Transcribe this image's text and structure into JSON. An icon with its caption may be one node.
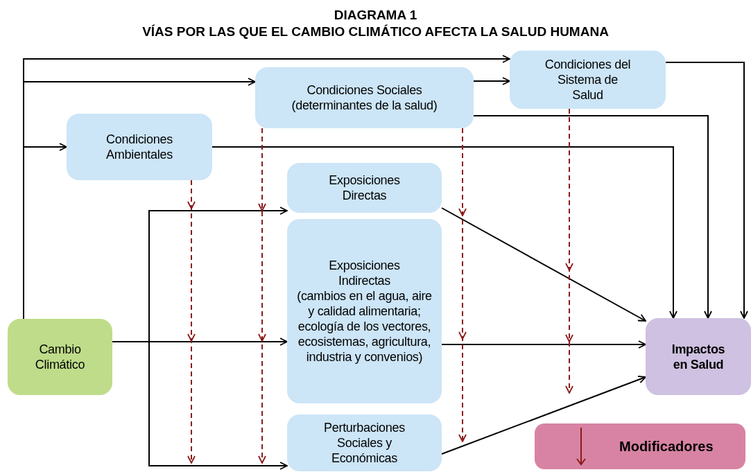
{
  "diagram": {
    "title": "DIAGRAMA 1",
    "nodes": [
      {
        "text": [
          "Condiciones Sociales (determinantes de la salud)"
        ]
      },
      {
        "text": [
          "Condiciones del Sistema de Salud"
        ]
      },
      {
        "text": [
          "Condiciones Ambientales"
        ]
      },
      {
        "text": [
          "Exposiciones Directas"
        ]
      },
      {
        "text": [
          "Exposiciones Indirectas",
          "(cambios en el agua, aire y calidad alimentaria; ecología de los vectores, ecosistemas, agricultura, industria y convenios)"
        ]
      },
      {
        "text": [
          "Cambio Climático"
        ]
      },
      {
        "text": [
          "Impactos en Salud"
        ]
      },
      {
        "text": [
          "Perturbaciones Sociales y Económicas"
        ]
      }
    ],
    "edges": [
      {
        "from": 5,
        "to": 1,
        "arrow": "to"
      },
      {
        "from": 5,
        "to": 0,
        "arrow": "to"
      },
      {
        "from": 5,
        "to": 2,
        "arrow": "to"
      },
      {
        "from": 5,
        "to": 3,
        "arrow": "to"
      },
      {
        "from": 5,
        "to": 4,
        "arrow": "to"
      },
      {
        "from": 5,
        "to": 7,
        "arrow": "to"
      },
      {
        "from": 0,
        "to": 1,
        "arrow": "to"
      },
      {
        "from": 1,
        "to": 6,
        "arrow": "to"
      },
      {
        "from": 0,
        "to": 6,
        "arrow": "to"
      },
      {
        "from": 2,
        "to": 6,
        "arrow": "to"
      },
      {
        "from": 3,
        "to": 6,
        "arrow": "to"
      },
      {
        "from": 4,
        "to": 6,
        "arrow": "to"
      },
      {
        "from": 7,
        "to": 6,
        "arrow": "to"
      },
      {
        "from": 2,
        "to": null,
        "arrow": "to",
        "style": "dashed",
        "color": "#8b1a1a"
      },
      {
        "from": 0,
        "to": null,
        "arrow": "to",
        "style": "dashed",
        "color": "#8b1a1a"
      },
      {
        "from": 0,
        "to": null,
        "arrow": "to",
        "style": "dashed",
        "color": "#8b1a1a"
      },
      {
        "from": 1,
        "to": null,
        "arrow": "to",
        "style": "dashed",
        "color": "#8b1a1a"
      }
    ],
    "labels": [
      "VÍAS POR LAS QUE EL CAMBIO CLIMÁTICO AFECTA LA SALUD HUMANA"
    ],
    "legend": [
      {
        "text": "Modificadores"
      }
    ]
  }
}
